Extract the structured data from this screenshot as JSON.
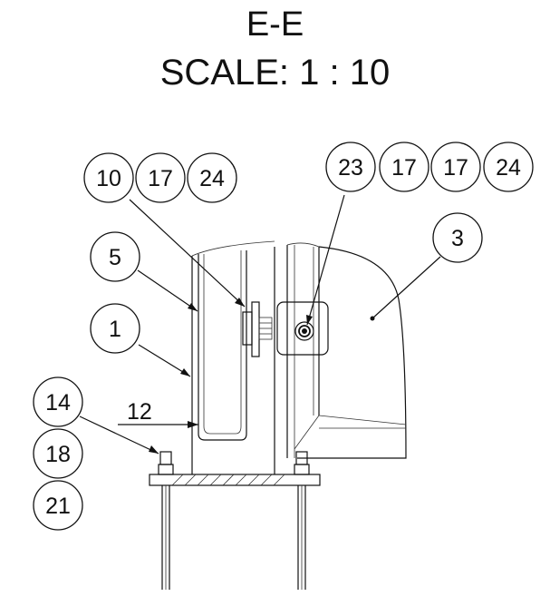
{
  "view": {
    "section_label": "E-E",
    "scale_label": "SCALE: 1 : 10"
  },
  "balloons": {
    "b10": "10",
    "b17a": "17",
    "b24a": "24",
    "b23": "23",
    "b17b": "17",
    "b17c": "17",
    "b24b": "24",
    "b3": "3",
    "b5": "5",
    "b1": "1",
    "b14": "14",
    "b18": "18",
    "b21": "21"
  },
  "dimension": {
    "value": "12"
  }
}
